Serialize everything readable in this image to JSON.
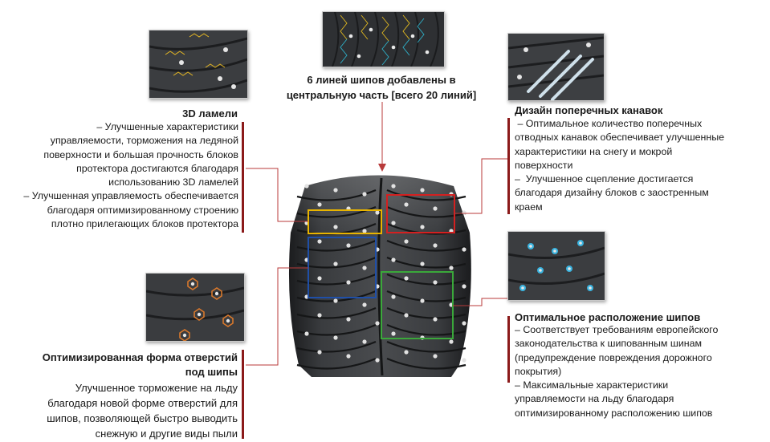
{
  "sections": {
    "center_top": {
      "title": "6 линей шипов добавлены в центральную часть [всего 20 линий]",
      "title_line1": "6 линей шипов добавлены в",
      "title_line2": "центральную часть [всего 20 линий]"
    },
    "sipes_3d": {
      "title": "3D ламели",
      "lines": [
        "– Улучшенные характеристики",
        "управляемости, торможения на ледяной",
        "поверхности и большая прочность блоков",
        "протектора достигаются благодаря",
        "использованию 3D ламелей",
        "– Улучшенная управляемость обеспечивается",
        "благодаря оптимизированному строению",
        "плотно прилегающих блоков протектора"
      ]
    },
    "stud_holes": {
      "title_line1": "Оптимизированная форма отверстий",
      "title_line2": "под шипы",
      "lines": [
        "Улучшенное торможение на льду",
        "благодаря новой форме отверстий для",
        "шипов, позволяющей быстро выводить",
        "снежную и другие виды пыли"
      ]
    },
    "lateral_grooves": {
      "title": "Дизайн поперечных канавок",
      "lines": [
        " – Оптимальное количество поперечных",
        "отводных канавок обеспечивает улучшенные",
        "характеристики на снегу и мокрой",
        "поверхности",
        "–  Улучшенное сцепление достигается",
        "благодаря дизайну блоков с заостренным",
        "краем"
      ]
    },
    "stud_layout": {
      "title": "Оптимальное расположение шипов",
      "lines": [
        "– Соответствует требованиям европейского",
        "законодательства к шипованным шинам",
        "(предупреждение повреждения дорожного",
        "покрытия)",
        "– Максимальные характеристики",
        "управляемости на льду благодаря",
        "оптимизированному расположению шипов"
      ]
    }
  },
  "colors": {
    "accent_bar": "#8b1a1a",
    "connector": "#b83a3a",
    "box_yellow": "#e8b400",
    "box_red": "#d42020",
    "box_blue": "#1f4fa8",
    "box_green": "#3aa83a",
    "stud_orange": "#d8782c",
    "stud_blue": "#3ab4e0"
  }
}
